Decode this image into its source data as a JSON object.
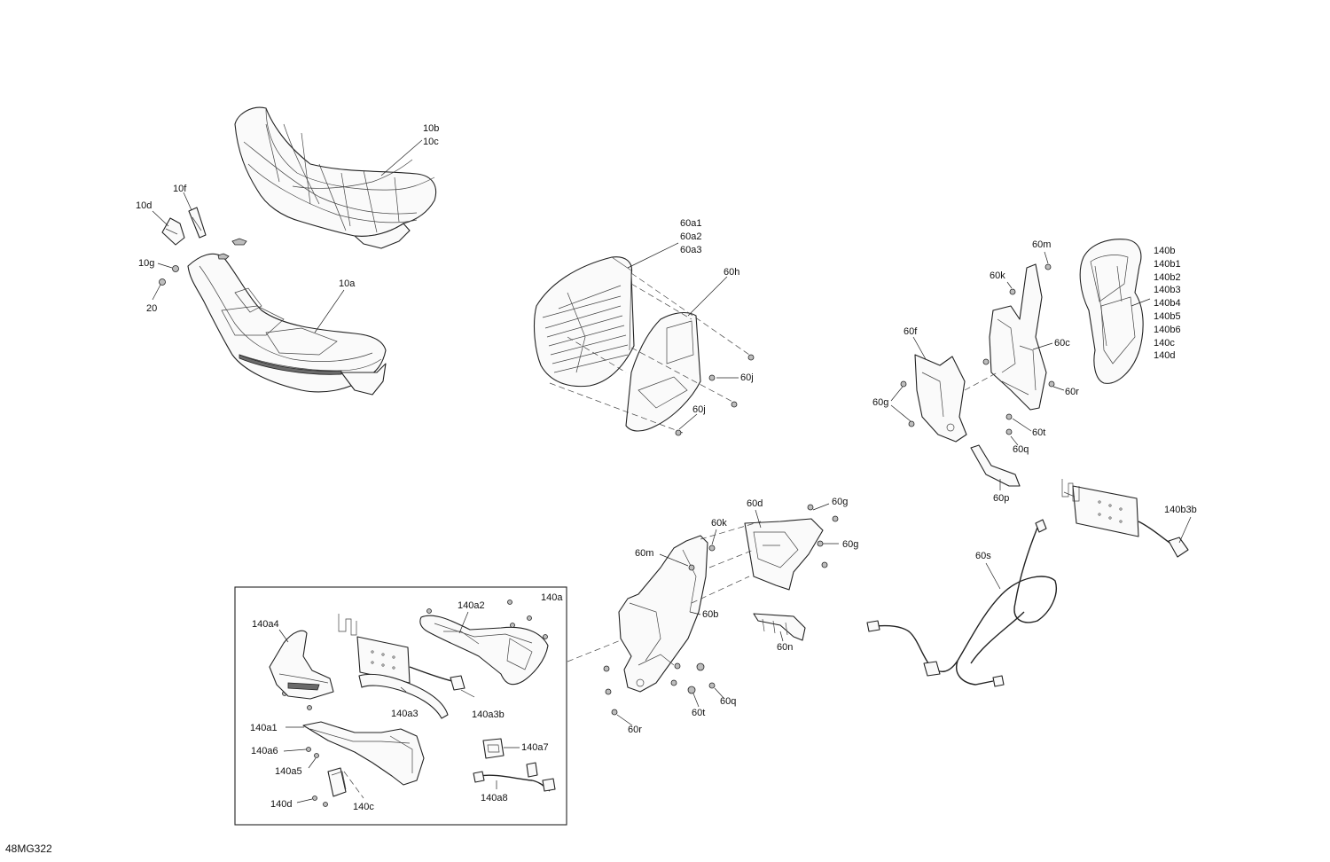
{
  "diagram_code": "48MG322",
  "inset_label": "140a",
  "labels": {
    "10b": "10b",
    "10c": "10c",
    "10f": "10f",
    "10d": "10d",
    "10g": "10g",
    "20": "20",
    "10a": "10a",
    "60a1": "60a1",
    "60a2": "60a2",
    "60a3": "60a3",
    "60h": "60h",
    "60j_1": "60j",
    "60j_2": "60j",
    "60m_1": "60m",
    "60k_1": "60k",
    "60f": "60f",
    "60c": "60c",
    "60g_1": "60g",
    "60r_1": "60r",
    "60t_1": "60t",
    "60q_1": "60q",
    "60p": "60p",
    "140b": "140b",
    "140b1": "140b1",
    "140b2": "140b2",
    "140b3": "140b3",
    "140b4": "140b4",
    "140b5": "140b5",
    "140b6": "140b6",
    "140c_1": "140c",
    "140d_1": "140d",
    "140b3b": "140b3b",
    "60s": "60s",
    "60d": "60d",
    "60g_2": "60g",
    "60g_3": "60g",
    "60k_2": "60k",
    "60m_2": "60m",
    "60b": "60b",
    "60n": "60n",
    "60t_2": "60t",
    "60q_2": "60q",
    "60r_2": "60r",
    "140a2": "140a2",
    "140a4": "140a4",
    "140a3": "140a3",
    "140a3b": "140a3b",
    "140a1": "140a1",
    "140a6": "140a6",
    "140a5": "140a5",
    "140a7": "140a7",
    "140a8": "140a8",
    "140d_2": "140d",
    "140c_2": "140c"
  }
}
